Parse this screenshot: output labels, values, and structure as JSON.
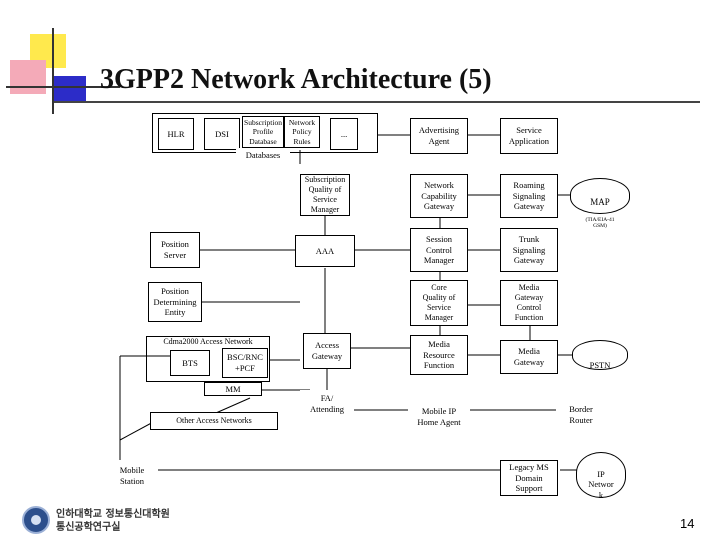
{
  "title": "3GPP2 Network Architecture (5)",
  "page_number": "14",
  "footer": {
    "line1": "인하대학교 정보통신대학원",
    "line2": "통신공학연구실"
  },
  "nodes": {
    "hlr": "HLR",
    "dsi": "DSI",
    "subscription_profile_db": "Subscription\nProfile\nDatabase",
    "network_policy_rules": "Network\nPolicy\nRules",
    "ellipsis": "...",
    "databases": "Databases",
    "advertising_agent": "Advertising\nAgent",
    "service_application": "Service\nApplication",
    "subscription_qos_manager": "Subscription\nQuality of\nService\nManager",
    "network_capability_gateway": "Network\nCapability\nGateway",
    "roaming_signaling_gateway": "Roaming\nSignaling\nGateway",
    "map": "MAP",
    "map_sub": "(TIA/EIA-41\nGSM)",
    "position_server": "Position\nServer",
    "aaa": "AAA",
    "session_control_manager": "Session\nControl\nManager",
    "trunk_signaling_gateway": "Trunk\nSignaling\nGateway",
    "position_determining_entity": "Position\nDetermining\nEntity",
    "core_qos_manager": "Core\nQuality of\nService\nManager",
    "media_gateway_control_function": "Media\nGateway\nControl\nFunction",
    "cdma2000_access_network": "Cdma2000 Access Network",
    "bts": "BTS",
    "bsc_pcf": "BSC/RNC\n+PCF",
    "access_gateway": "Access\nGateway",
    "media_resource_function": "Media\nResource\nFunction",
    "media_gateway": "Media\nGateway",
    "pstn": "PSTN",
    "mm": "MM",
    "fa_attending": "FA/\nAttending",
    "mobile_ip_home_agent": "Mobile IP\nHome Agent",
    "border_router": "Border\nRouter",
    "other_access_networks": "Other Access Networks",
    "mobile_station": "Mobile\nStation",
    "legacy_ms_domain_support": "Legacy MS\nDomain\nSupport",
    "ip_network": "IP\nNetwor\nk"
  }
}
